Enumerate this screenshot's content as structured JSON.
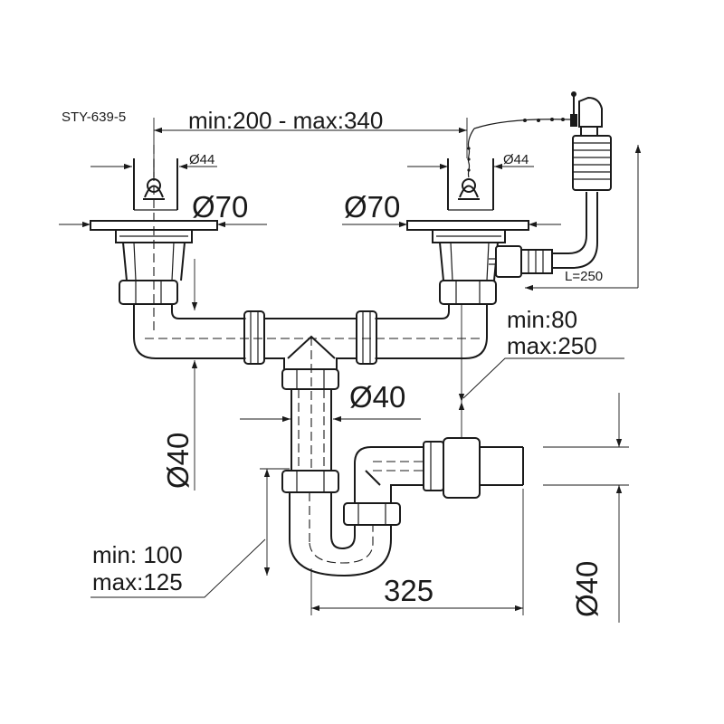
{
  "model_code": "STY-639-5",
  "labels": {
    "span_range": "min:200 - max:340",
    "left_hole": "Ø44",
    "right_hole": "Ø44",
    "left_basket": "Ø70",
    "right_basket": "Ø70",
    "overflow_length": "L=250",
    "drop_min": "min:80",
    "drop_max": "max:250",
    "trap_pipe": "Ø40",
    "left_vertical": "Ø40",
    "trap_height_min": "min: 100",
    "trap_height_max": "max:125",
    "outlet_length": "325",
    "outlet_pipe": "Ø40"
  }
}
